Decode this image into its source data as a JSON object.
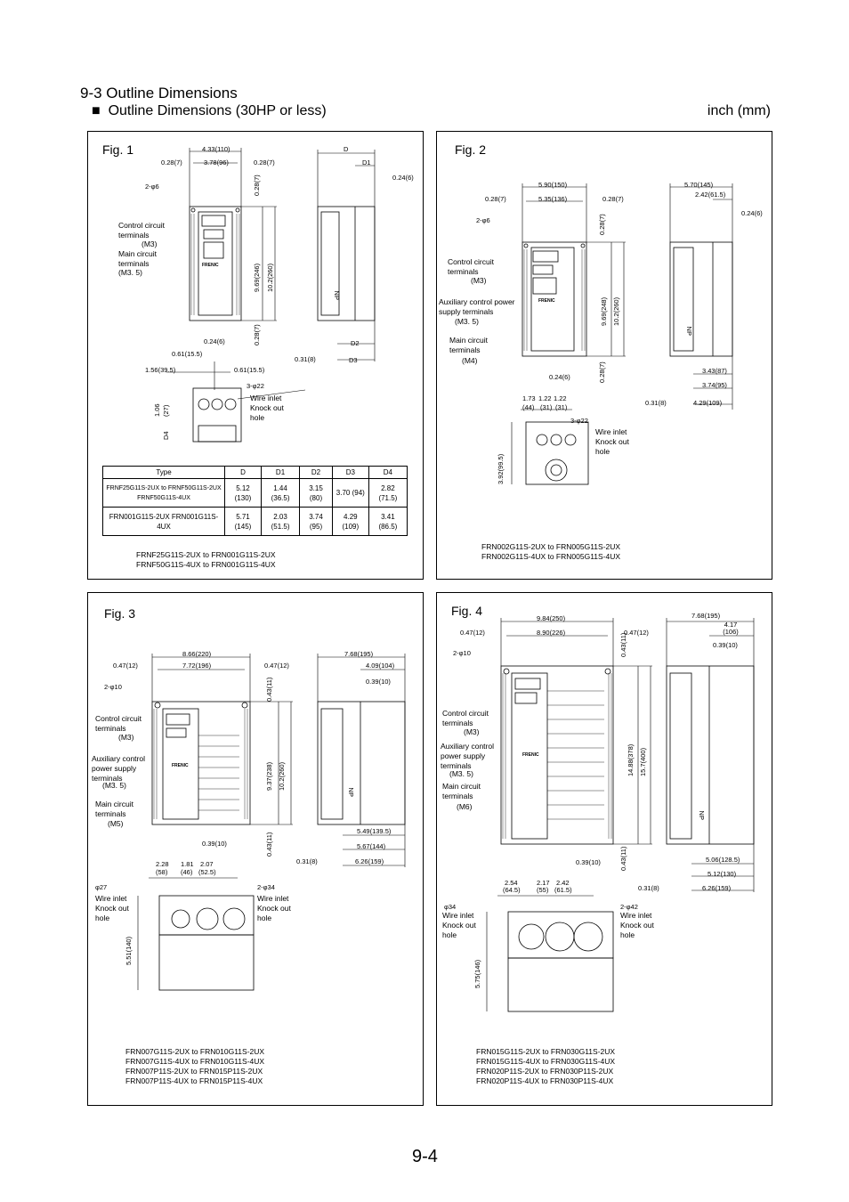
{
  "header": {
    "title": "9-3 Outline Dimensions",
    "subtitle_bullet": "■",
    "subtitle": "Outline Dimensions (30HP or less)",
    "unit": "inch (mm)"
  },
  "fig1": {
    "label": "Fig. 1",
    "dims": {
      "w_total": "4.33(110)",
      "w_inner": "3.78(96)",
      "side_l": "0.28(7)",
      "side_r": "0.28(7)",
      "hole": "2-φ6",
      "h_top": "0.28(7)",
      "h_inner": "9.69(246)",
      "h_total": "10.2(260)",
      "h_bot": "0.28(7)",
      "bot_off": "0.24(6)",
      "D": "D",
      "D1": "D1",
      "side_024": "0.24(6)",
      "D2": "D2",
      "D3": "D3",
      "side_031": "0.31(8)",
      "b_061a": "0.61(15.5)",
      "b_156": "1.56(39.5)",
      "b_061b": "0.61(15.5)",
      "b_hole": "3-φ22",
      "b_106": "1.06",
      "b_27": "(27)",
      "b_D4": "D4"
    },
    "callouts": {
      "ctrl": "Control circuit terminals",
      "ctrl_m": "(M3)",
      "main": "Main circuit terminals",
      "main_m": "(M3. 5)",
      "wire": "Wire inlet Knock out hole"
    },
    "table": {
      "headers": [
        "Type",
        "D",
        "D1",
        "D2",
        "D3",
        "D4"
      ],
      "rows": [
        {
          "type": "FRNF25G11S-2UX to FRNF50G11S-2UX FRNF50G11S-4UX",
          "D": "5.12 (130)",
          "D1": "1.44 (36.5)",
          "D2": "3.15 (80)",
          "D3": "3.70 (94)",
          "D4": "2.82 (71.5)"
        },
        {
          "type": "FRN001G11S-2UX FRN001G11S-4UX",
          "D": "5.71 (145)",
          "D1": "2.03 (51.5)",
          "D2": "3.74 (95)",
          "D3": "4.29 (109)",
          "D4": "3.41 (86.5)"
        }
      ]
    },
    "models": [
      "FRNF25G11S-2UX to FRN001G11S-2UX",
      "FRNF50G11S-4UX to FRN001G11S-4UX"
    ]
  },
  "fig2": {
    "label": "Fig. 2",
    "dims": {
      "w_total": "5.90(150)",
      "w_inner": "5.35(136)",
      "side_l": "0.28(7)",
      "side_r": "0.28(7)",
      "hole": "2-φ6",
      "h_top": "0.28(7)",
      "h_inner": "9.69(248)",
      "h_total": "10.2(260)",
      "h_bot": "0.28(7)",
      "bot_off": "0.24(6)",
      "s_total": "5.70(145)",
      "s_242": "2.42(61.5)",
      "s_024": "0.24(6)",
      "s_343": "3.43(87)",
      "s_374": "3.74(95)",
      "s_429": "4.29(109)",
      "s_031": "0.31(8)",
      "b_173": "1.73",
      "b_122a": "1.22",
      "b_122b": "1.22",
      "b_44": "(44)",
      "b_31a": "(31)",
      "b_31b": "(31)",
      "b_hole": "3-φ22",
      "b_392": "3.92(99.5)"
    },
    "callouts": {
      "ctrl": "Control circuit terminals",
      "ctrl_m": "(M3)",
      "aux": "Auxiliary control power supply terminals",
      "aux_m": "(M3. 5)",
      "main": "Main circuit terminals",
      "main_m": "(M4)",
      "wire": "Wire inlet Knock out hole"
    },
    "models": [
      "FRN002G11S-2UX to FRN005G11S-2UX",
      "FRN002G11S-4UX to FRN005G11S-4UX"
    ]
  },
  "fig3": {
    "label": "Fig. 3",
    "dims": {
      "w_total": "8.66(220)",
      "w_inner": "7.72(196)",
      "side_l": "0.47(12)",
      "side_r": "0.47(12)",
      "hole": "2-φ10",
      "h_top": "0.43(11)",
      "h_inner": "9.37(238)",
      "h_total": "10.2(260)",
      "h_bot": "0.43(11)",
      "bot_off": "0.39(10)",
      "s_total": "7.68(195)",
      "s_409": "4.09(104)",
      "s_039": "0.39(10)",
      "s_549": "5.49(139.5)",
      "s_567": "5.67(144)",
      "s_626": "6.26(159)",
      "s_031": "0.31(8)",
      "b_228": "2.28",
      "b_181": "1.81",
      "b_207": "2.07",
      "b_58": "(58)",
      "b_46": "(46)",
      "b_52": "(52.5)",
      "b_h27": "φ27",
      "b_h34": "2-φ34",
      "b_551": "5.51(140)"
    },
    "callouts": {
      "ctrl": "Control circuit terminals",
      "ctrl_m": "(M3)",
      "aux": "Auxiliary control power supply terminals",
      "aux_m": "(M3. 5)",
      "main": "Main circuit terminals",
      "main_m": "(M5)",
      "wire_l": "Wire inlet Knock out hole",
      "wire_r": "Wire inlet Knock out hole"
    },
    "models": [
      "FRN007G11S-2UX to FRN010G11S-2UX",
      "FRN007G11S-4UX to FRN010G11S-4UX",
      "FRN007P11S-2UX to FRN015P11S-2UX",
      "FRN007P11S-4UX to FRN015P11S-4UX"
    ]
  },
  "fig4": {
    "label": "Fig. 4",
    "dims": {
      "w_total": "9.84(250)",
      "w_inner": "8.90(226)",
      "side_l": "0.47(12)",
      "side_r": "0.47(12)",
      "hole": "2-φ10",
      "h_top": "0.43(11)",
      "h_inner": "14.88(378)",
      "h_total": "15.7(400)",
      "h_bot": "0.43(11)",
      "bot_off": "0.39(10)",
      "s_total": "7.68(195)",
      "s_417": "4.17 (106)",
      "s_039": "0.39(10)",
      "s_506": "5.06(128.5)",
      "s_512": "5.12(130)",
      "s_626": "6.26(159)",
      "s_031": "0.31(8)",
      "b_254": "2.54",
      "b_217": "2.17",
      "b_242": "2.42",
      "b_645": "(64.5)",
      "b_55": "(55)",
      "b_615": "(61.5)",
      "b_h34": "φ34",
      "b_h42": "2-φ42",
      "b_575": "5.75(146)"
    },
    "callouts": {
      "ctrl": "Control circuit terminals",
      "ctrl_m": "(M3)",
      "aux": "Auxiliary control power supply terminals",
      "aux_m": "(M3. 5)",
      "main": "Main circuit terminals",
      "main_m": "(M6)",
      "wire_l": "Wire inlet Knock out hole",
      "wire_r": "Wire inlet Knock out hole"
    },
    "models": [
      "FRN015G11S-2UX to FRN030G11S-2UX",
      "FRN015G11S-4UX to FRN030G11S-4UX",
      "FRN020P11S-2UX to FRN030P11S-2UX",
      "FRN020P11S-4UX to FRN030P11S-4UX"
    ]
  },
  "common": {
    "np": "NP",
    "brand": "FRENIC"
  },
  "page_number": "9-4"
}
